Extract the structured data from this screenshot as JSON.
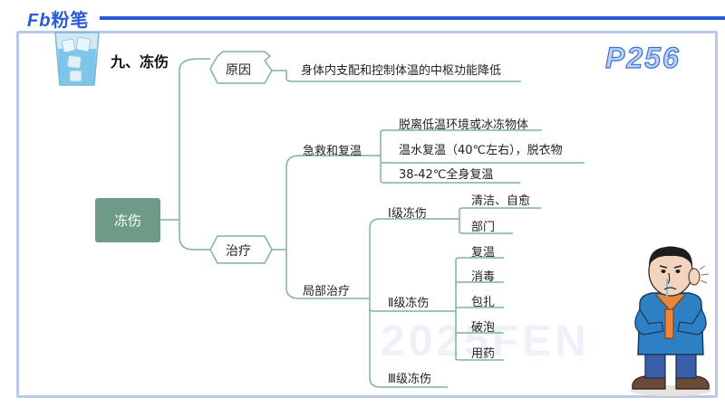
{
  "header": {
    "logo_mark": "Fb",
    "logo_text": "粉笔",
    "page_number": "P256",
    "section_title": "九、冻伤"
  },
  "watermark": "2025FEN",
  "mindmap": {
    "root": "冻伤",
    "cause_label": "原因",
    "cause_text": "身体内支配和控制体温的中枢功能降低",
    "treatment_label": "治疗",
    "emergency": {
      "label": "急救和复温",
      "items": [
        "脱离低温环境或冰冻物体",
        "温水复温（40℃左右），脱衣物",
        "38-42℃全身复温"
      ]
    },
    "local": {
      "label": "局部治疗",
      "grade1": {
        "label": "Ⅰ级冻伤",
        "items": [
          "清洁、自愈",
          "部门"
        ]
      },
      "grade2": {
        "label": "Ⅱ级冻伤",
        "items": [
          "复温",
          "消毒",
          "包扎",
          "破泡",
          "用药"
        ]
      },
      "grade3": {
        "label": "Ⅲ级冻伤"
      }
    }
  },
  "colors": {
    "line": "#7fb39c",
    "root_fill": "#6e9b87",
    "accent_blue": "#2a5bd7"
  }
}
